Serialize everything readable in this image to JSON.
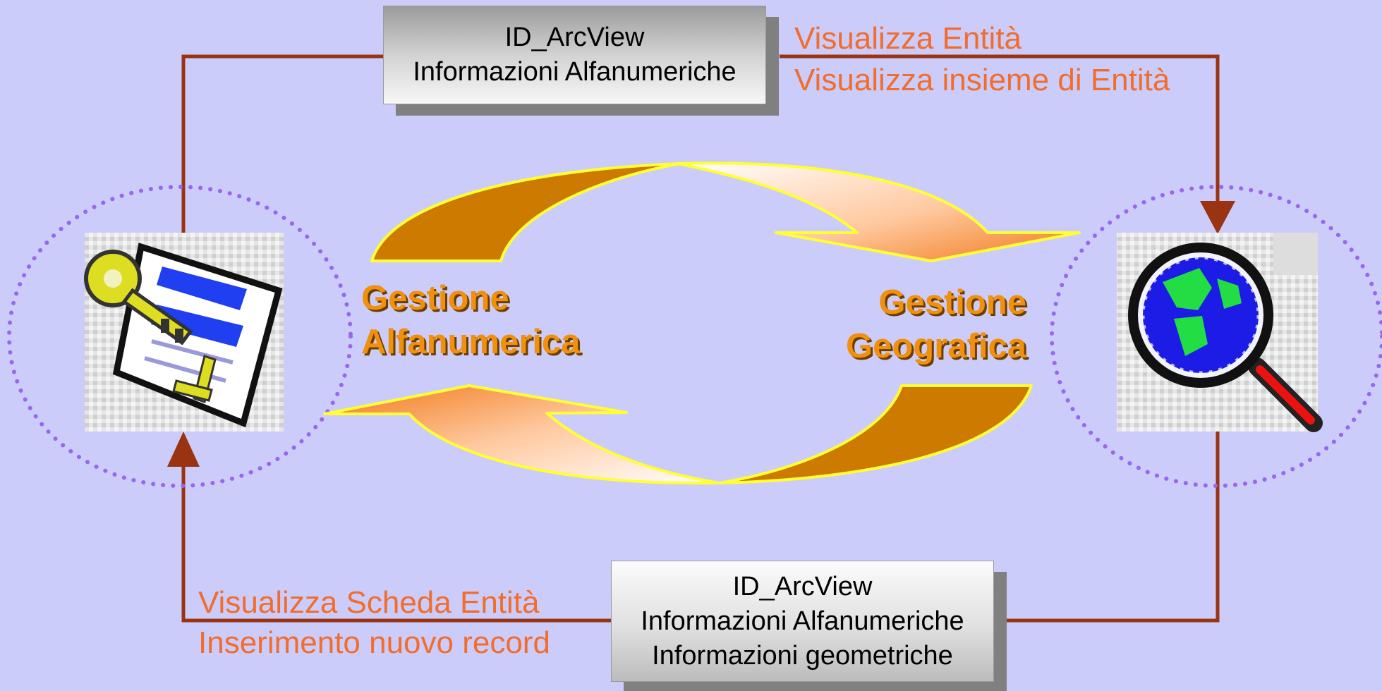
{
  "boxes": {
    "top": {
      "line1": "ID_ArcView",
      "line2": "Informazioni Alfanumeriche"
    },
    "bottom": {
      "line1": "ID_ArcView",
      "line2": "Informazioni Alfanumeriche",
      "line3": "Informazioni geometriche"
    }
  },
  "actions": {
    "top": [
      "Visualizza Entità",
      "Visualizza insieme di Entità"
    ],
    "bottom": [
      "Visualizza Scheda Entità",
      "Inserimento nuovo record"
    ]
  },
  "nodes": {
    "left": {
      "title_line1": "Gestione",
      "title_line2": "Alfanumerica",
      "icon": "key-card-icon"
    },
    "right": {
      "title_line1": "Gestione",
      "title_line2": "Geografica",
      "icon": "magnifier-globe-icon"
    }
  },
  "colors": {
    "background": "#ccccfa",
    "connector": "#993311",
    "action_text": "#f26d2c",
    "title_text": "#f0900c",
    "cycle_arrow_dark": "#cc7a00",
    "cycle_arrow_outline": "#ffff33",
    "dotted_ellipse": "#9966ee"
  }
}
